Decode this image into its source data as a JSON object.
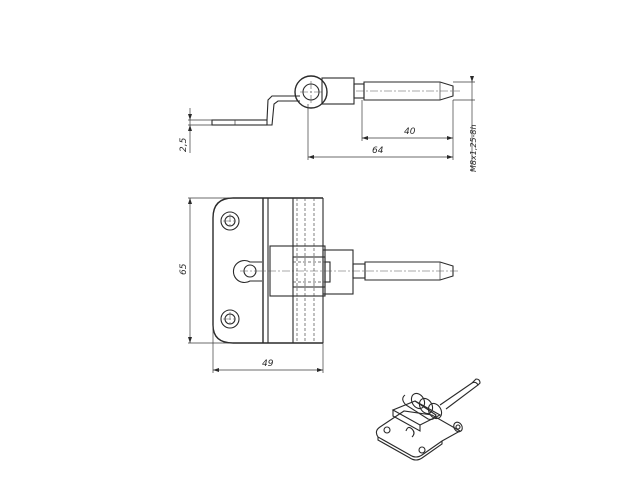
{
  "drawing": {
    "title": "Hinge with threaded pin - technical drawing",
    "views": {
      "side_view": {
        "dimensions": {
          "thickness": "2,5",
          "pin_length": "40",
          "overall_length": "64",
          "thread": "M8x1,25-8h"
        }
      },
      "front_view": {
        "dimensions": {
          "height": "65",
          "width": "49"
        }
      },
      "isometric_view": {
        "label": ""
      }
    },
    "colors": {
      "line": "#2a2a2a",
      "background": "#ffffff"
    }
  }
}
